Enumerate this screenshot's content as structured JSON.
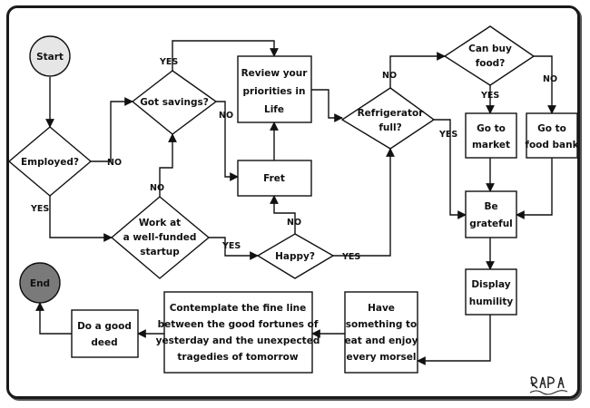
{
  "nodes": {
    "start": "Start",
    "employed": "Employed?",
    "got_savings": "Got savings?",
    "work_startup": [
      "Work at",
      "a well-funded",
      "startup"
    ],
    "review": [
      "Review your",
      "priorities in",
      "Life"
    ],
    "fret": "Fret",
    "happy": "Happy?",
    "refrigerator": [
      "Refrigerator",
      "full?"
    ],
    "can_buy_food": [
      "Can buy",
      "food?"
    ],
    "go_to_market": [
      "Go to",
      "market"
    ],
    "go_to_food_bank": [
      "Go to",
      "food bank"
    ],
    "be_grateful": [
      "Be",
      "grateful"
    ],
    "display_humility": [
      "Display",
      "humility"
    ],
    "have_something": [
      "Have",
      "something to",
      "eat and enjoy",
      "every morsel"
    ],
    "contemplate": [
      "Contemplate the fine line",
      "between the good fortunes of",
      "yesterday and the unexpected",
      "tragedies of tomorrow"
    ],
    "good_deed": [
      "Do a good",
      "deed"
    ],
    "end": "End"
  },
  "edge_labels": {
    "employed_no": "NO",
    "employed_yes": "YES",
    "savings_yes": "YES",
    "savings_no": "NO",
    "startup_no": "NO",
    "startup_yes": "YES",
    "happy_no": "NO",
    "happy_yes": "YES",
    "fridge_no": "NO",
    "fridge_yes": "YES",
    "canbuy_yes": "YES",
    "canbuy_no": "NO"
  },
  "colors": {
    "start_fill": "#e6e6e6",
    "end_fill": "#7a7a7a",
    "line": "#111111"
  }
}
